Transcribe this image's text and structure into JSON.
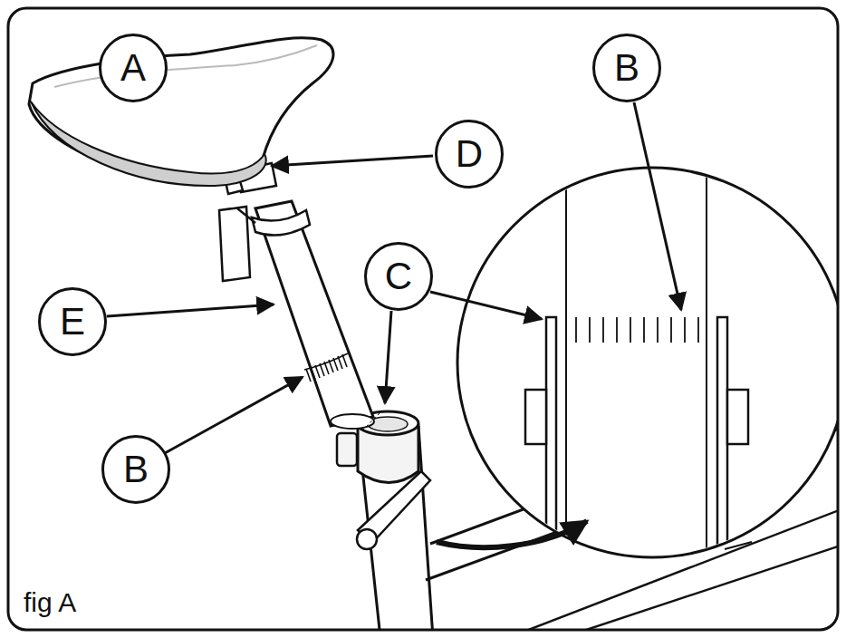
{
  "diagram": {
    "nodes": [
      {
        "text": [
          "A"
        ]
      },
      {
        "text": [
          "B"
        ]
      },
      {
        "text": [
          "D"
        ]
      },
      {
        "text": [
          "C"
        ]
      },
      {
        "text": [
          "E"
        ]
      },
      {
        "text": [
          "B"
        ]
      }
    ],
    "labels": [
      "fig A"
    ]
  }
}
